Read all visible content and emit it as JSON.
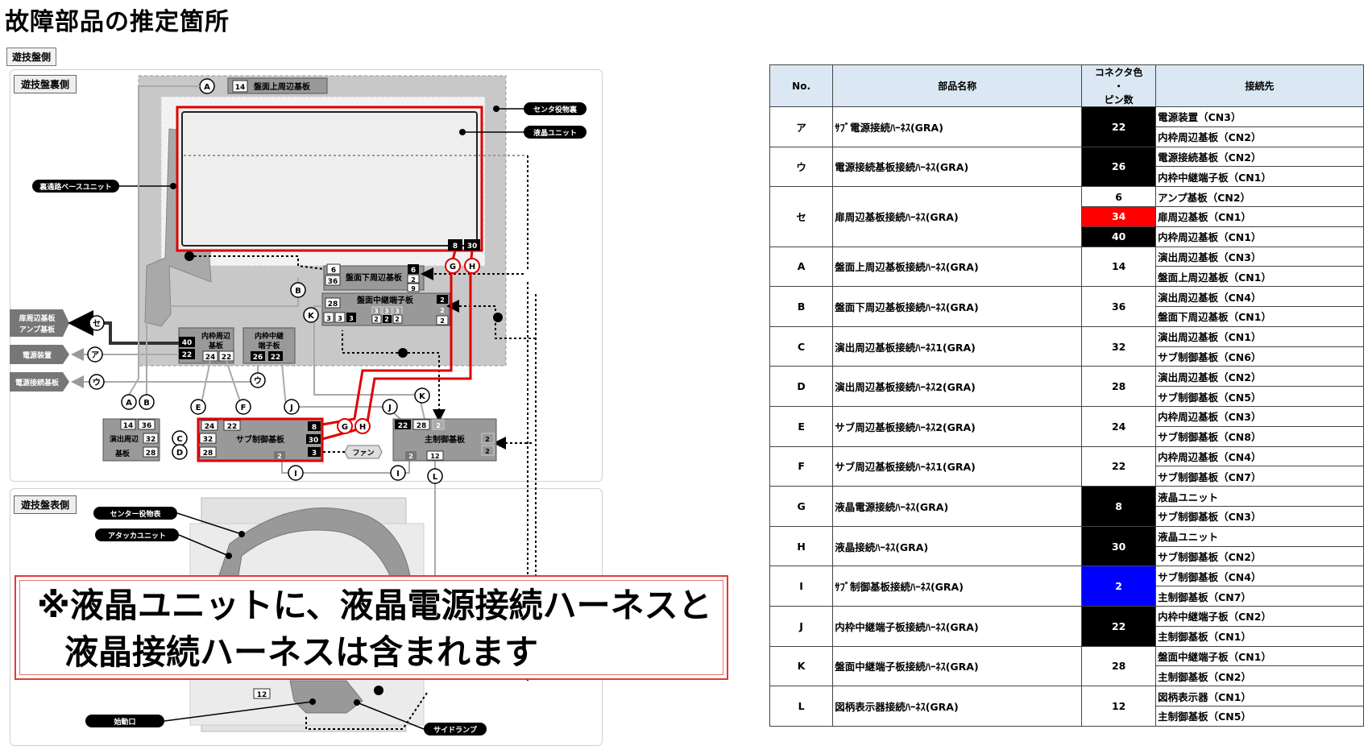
{
  "title": "故障部品の推定箇所",
  "side_tag": "遊技盤側",
  "back_label": "遊技盤裏側",
  "front_label": "遊技盤表側",
  "notice": {
    "line1": "※液晶ユニットに、液晶電源接続ハーネスと",
    "line2": "液晶接続ハーネスは含まれます"
  },
  "diagram": {
    "callouts": {
      "center_back": "センタ役物裏",
      "lcd_unit": "液晶ユニット",
      "passage_base": "裏通路ベースユニット",
      "center_front": "センター役物表",
      "attacker": "アタッカユニット",
      "start_port": "始動口",
      "side_lamp": "サイドランプ"
    },
    "boards": {
      "top_board": "盤面上周辺基板",
      "bottom_board": "盤面下周辺基板",
      "relay_board": "盤面中継端子板",
      "inner_board_1": "内枠周辺",
      "inner_board_2": "基板",
      "inner_relay_1": "内枠中継",
      "inner_relay_2": "端子板",
      "sub_control": "サブ制御基板",
      "main_control": "主制御基板",
      "effect_board_1": "演出周辺",
      "effect_board_2": "基板",
      "fan": "ファン"
    },
    "left_boxes": {
      "door_amp_1": "扉周辺基板",
      "door_amp_2": "アンプ基板",
      "power": "電源装置",
      "power_conn": "電源接続基板"
    },
    "letters": {
      "a": "A",
      "b": "B",
      "c": "C",
      "d": "D",
      "e": "E",
      "f": "F",
      "g": "G",
      "h": "H",
      "i": "I",
      "j": "J",
      "k": "K",
      "l": "L",
      "u": "ウ",
      "a_kana": "ア",
      "se": "セ"
    },
    "pins": {
      "p14": "14",
      "p6": "6",
      "p36": "36",
      "p28": "28",
      "p9": "9",
      "p2": "2",
      "p3": "3",
      "p8": "8",
      "p30": "30",
      "p40": "40",
      "p22": "22",
      "p24": "24",
      "p26": "26",
      "p32": "32",
      "p12": "12"
    }
  },
  "table": {
    "headers": {
      "no": "No.",
      "name": "部品名称",
      "pin_top": "コネクタ色",
      "pin_mid": "・",
      "pin_bottom": "ピン数",
      "dest": "接続先"
    },
    "rows": [
      {
        "no": "ア",
        "name": "ｻﾌﾞ電源接続ﾊｰﾈｽ(GRA)",
        "pins": [
          {
            "v": "22",
            "c": "black"
          }
        ],
        "dests": [
          "電源装置（CN3）",
          "内枠周辺基板（CN2）"
        ]
      },
      {
        "no": "ウ",
        "name": "電源接続基板接続ﾊｰﾈｽ(GRA)",
        "pins": [
          {
            "v": "26",
            "c": "black"
          }
        ],
        "dests": [
          "電源接続基板（CN2）",
          "内枠中継端子板（CN1）"
        ]
      },
      {
        "no": "セ",
        "name": "扉周辺基板接続ﾊｰﾈｽ(GRA)",
        "pins": [
          {
            "v": "6",
            "c": "white"
          },
          {
            "v": "34",
            "c": "red"
          },
          {
            "v": "40",
            "c": "black"
          }
        ],
        "dests": [
          "アンプ基板（CN2）",
          "扉周辺基板（CN1）",
          "内枠周辺基板（CN1）"
        ]
      },
      {
        "no": "A",
        "name": "盤面上周辺基板接続ﾊｰﾈｽ(GRA)",
        "pins": [
          {
            "v": "14",
            "c": "white"
          }
        ],
        "dests": [
          "演出周辺基板（CN3）",
          "盤面上周辺基板（CN1）"
        ]
      },
      {
        "no": "B",
        "name": "盤面下周辺基板接続ﾊｰﾈｽ(GRA)",
        "pins": [
          {
            "v": "36",
            "c": "white"
          }
        ],
        "dests": [
          "演出周辺基板（CN4）",
          "盤面下周辺基板（CN1）"
        ]
      },
      {
        "no": "C",
        "name": "演出周辺基板接続ﾊｰﾈｽ1(GRA)",
        "pins": [
          {
            "v": "32",
            "c": "white"
          }
        ],
        "dests": [
          "演出周辺基板（CN1）",
          "サブ制御基板（CN6）"
        ]
      },
      {
        "no": "D",
        "name": "演出周辺基板接続ﾊｰﾈｽ2(GRA)",
        "pins": [
          {
            "v": "28",
            "c": "white"
          }
        ],
        "dests": [
          "演出周辺基板（CN2）",
          "サブ制御基板（CN5）"
        ]
      },
      {
        "no": "E",
        "name": "サブ周辺基板接続ﾊｰﾈｽ2(GRA)",
        "pins": [
          {
            "v": "24",
            "c": "white"
          }
        ],
        "dests": [
          "内枠周辺基板（CN3）",
          "サブ制御基板（CN8）"
        ]
      },
      {
        "no": "F",
        "name": "サブ周辺基板接続ﾊｰﾈｽ1(GRA)",
        "pins": [
          {
            "v": "22",
            "c": "white"
          }
        ],
        "dests": [
          "内枠周辺基板（CN4）",
          "サブ制御基板（CN7）"
        ]
      },
      {
        "no": "G",
        "name": "液晶電源接続ﾊｰﾈｽ(GRA)",
        "pins": [
          {
            "v": "8",
            "c": "black"
          }
        ],
        "dests": [
          "液晶ユニット",
          "サブ制御基板（CN3）"
        ]
      },
      {
        "no": "H",
        "name": "液晶接続ﾊｰﾈｽ(GRA)",
        "pins": [
          {
            "v": "30",
            "c": "black"
          }
        ],
        "dests": [
          "液晶ユニット",
          "サブ制御基板（CN2）"
        ]
      },
      {
        "no": "I",
        "name": "ｻﾌﾞ制御基板接続ﾊｰﾈｽ(GRA)",
        "pins": [
          {
            "v": "2",
            "c": "blue"
          }
        ],
        "dests": [
          "サブ制御基板（CN4）",
          "主制御基板（CN7）"
        ]
      },
      {
        "no": "J",
        "name": "内枠中継端子板接続ﾊｰﾈｽ(GRA)",
        "pins": [
          {
            "v": "22",
            "c": "black"
          }
        ],
        "dests": [
          "内枠中継端子板（CN2）",
          "主制御基板（CN1）"
        ]
      },
      {
        "no": "K",
        "name": "盤面中継端子板接続ﾊｰﾈｽ(GRA)",
        "pins": [
          {
            "v": "28",
            "c": "white"
          }
        ],
        "dests": [
          "盤面中継端子板（CN1）",
          "主制御基板（CN2）"
        ]
      },
      {
        "no": "L",
        "name": "図柄表示器接続ﾊｰﾈｽ(GRA)",
        "pins": [
          {
            "v": "12",
            "c": "white"
          }
        ],
        "dests": [
          "図柄表示器（CN1）",
          "主制御基板（CN5）"
        ]
      }
    ]
  }
}
